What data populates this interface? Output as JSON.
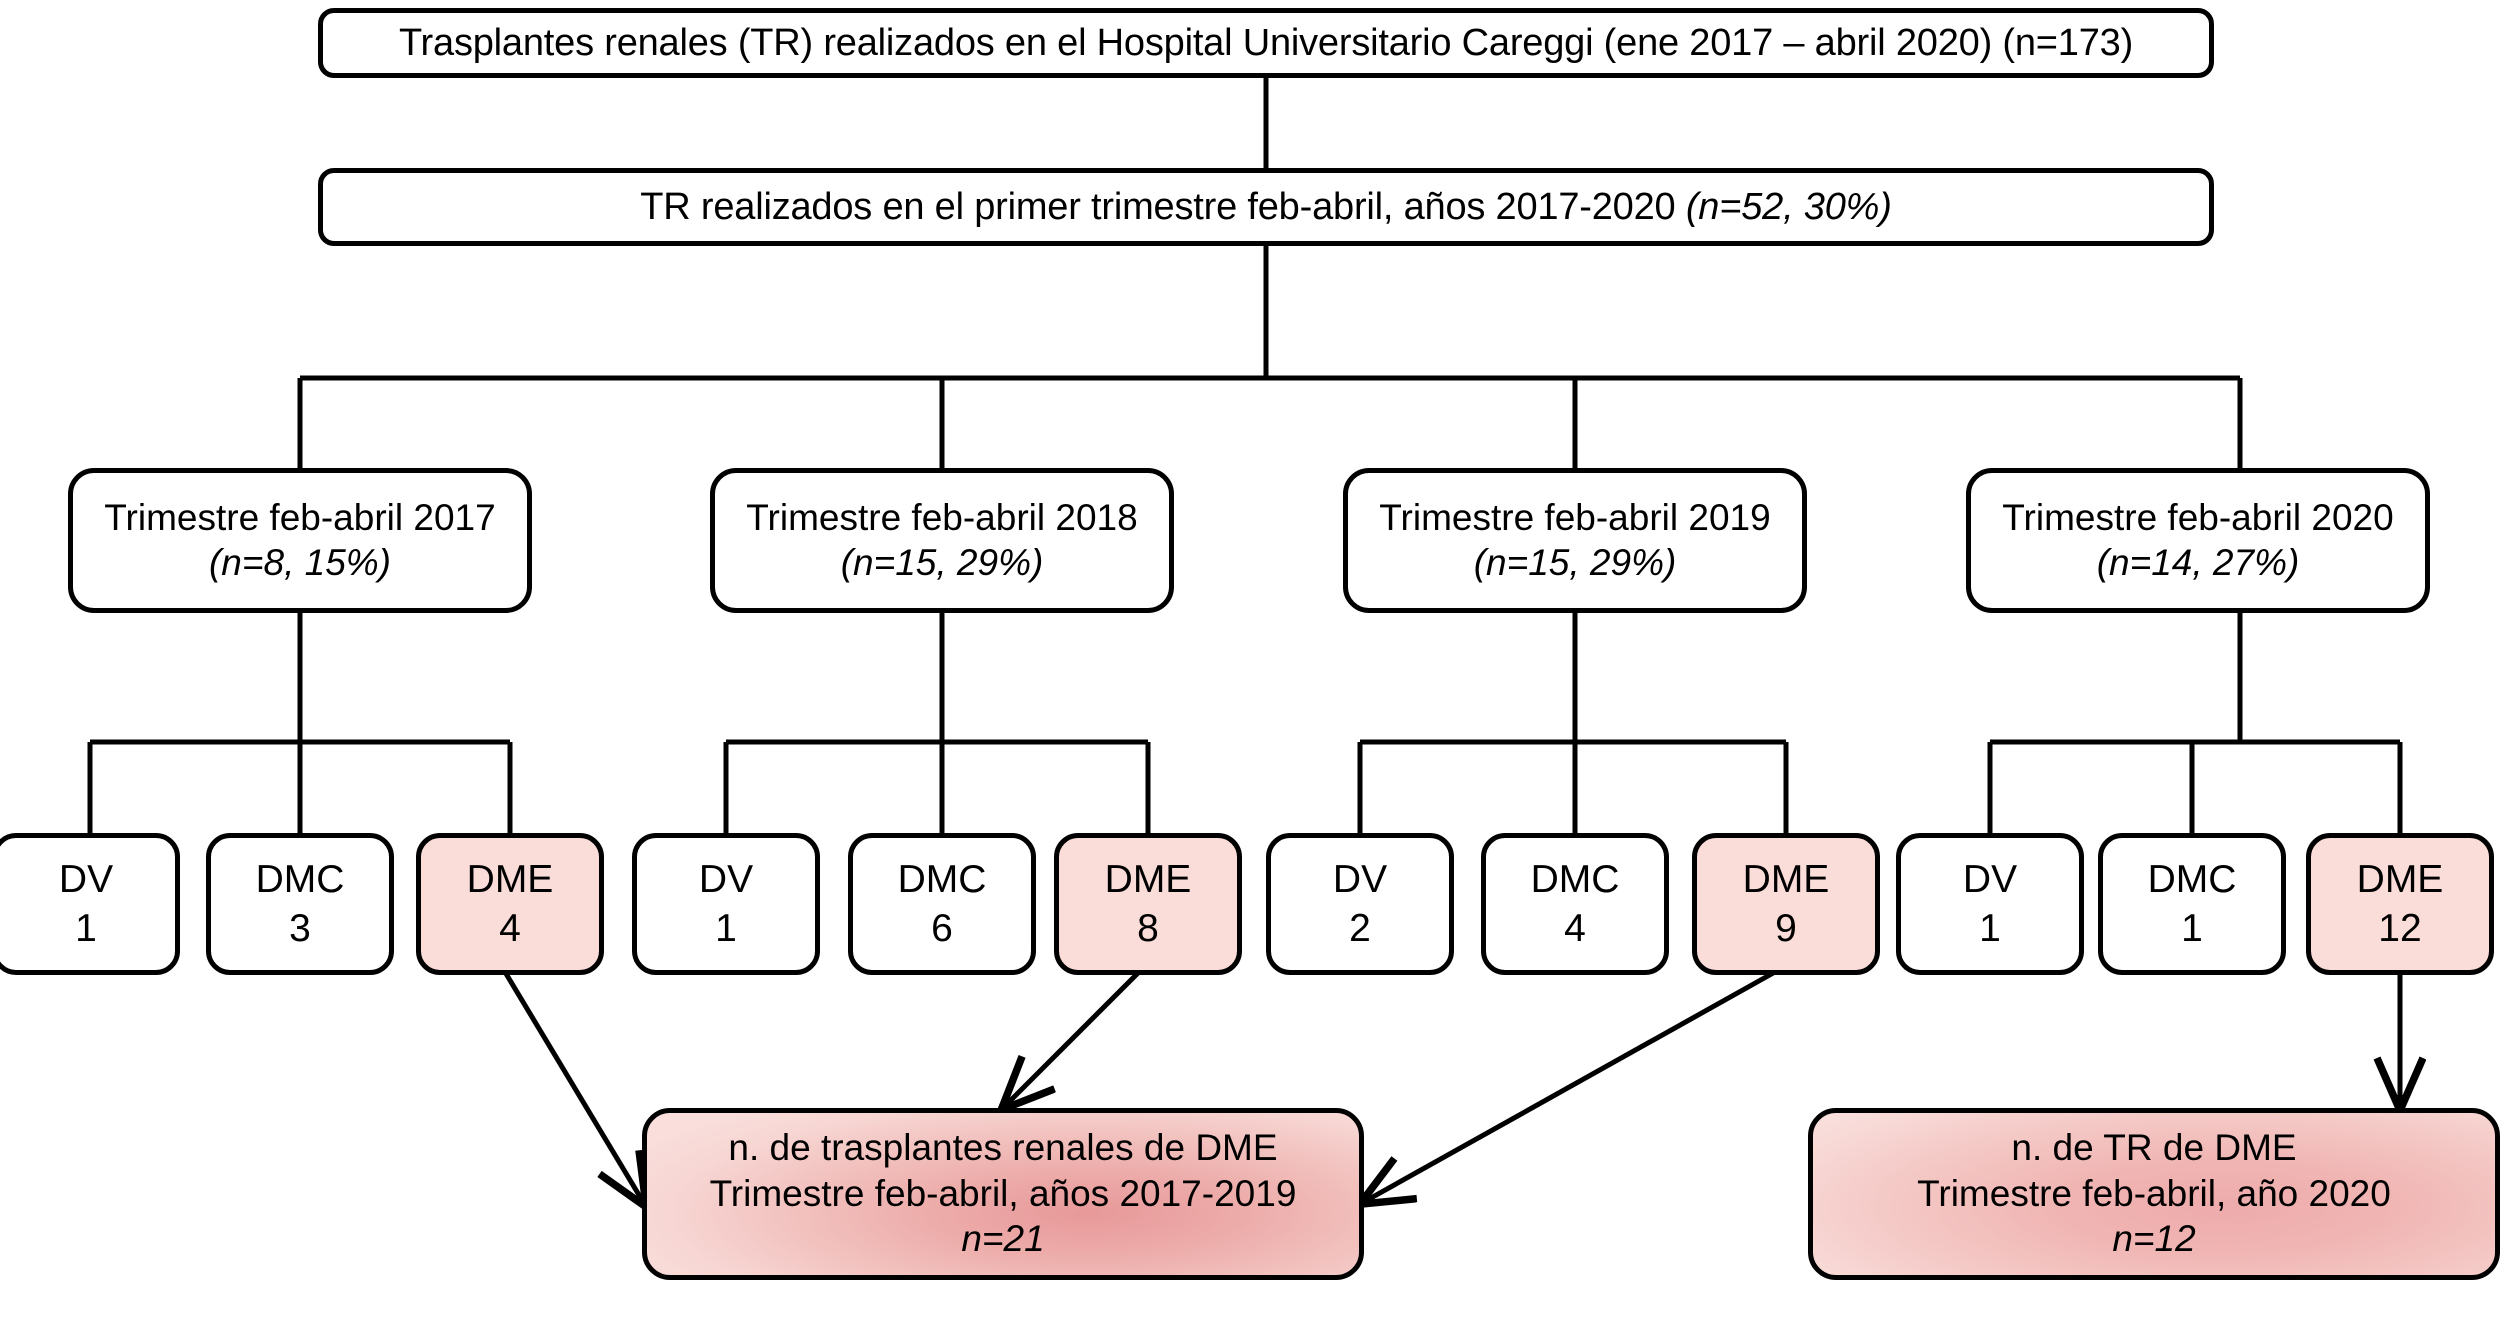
{
  "diagram": {
    "title_text": "Trasplantes renales (TR) realizados en el Hospital Universitario Careggi (ene 2017 – abril 2020) (n=173)",
    "subtitle_main": "TR realizados en el primer trimestre feb-abril, años 2017-2020 ",
    "subtitle_stat": "(n=52, 30%)",
    "colors": {
      "stroke": "#000000",
      "background": "#ffffff",
      "dme_fill": "#fadcd9",
      "summary_center": "#e8999a",
      "summary_edge": "#f9dedb"
    }
  },
  "years": [
    {
      "label": "Trimestre feb-abril 2017",
      "stat": "(n=8, 15%)"
    },
    {
      "label": "Trimestre feb-abril 2018",
      "stat": "(n=15, 29%)"
    },
    {
      "label": "Trimestre feb-abril 2019",
      "stat": "(n=15, 29%)"
    },
    {
      "label": "Trimestre feb-abril 2020",
      "stat": "(n=14, 27%)"
    }
  ],
  "donors": [
    {
      "type": "DV",
      "count": "1"
    },
    {
      "type": "DMC",
      "count": "3"
    },
    {
      "type": "DME",
      "count": "4"
    },
    {
      "type": "DV",
      "count": "1"
    },
    {
      "type": "DMC",
      "count": "6"
    },
    {
      "type": "DME",
      "count": "8"
    },
    {
      "type": "DV",
      "count": "2"
    },
    {
      "type": "DMC",
      "count": "4"
    },
    {
      "type": "DME",
      "count": "9"
    },
    {
      "type": "DV",
      "count": "1"
    },
    {
      "type": "DMC",
      "count": "1"
    },
    {
      "type": "DME",
      "count": "12"
    }
  ],
  "summaries": [
    {
      "line1": "n. de trasplantes renales de DME",
      "line2": "Trimestre feb-abril, años 2017-2019",
      "line3": "n=21"
    },
    {
      "line1": "n. de TR de DME",
      "line2": "Trimestre feb-abril, año 2020",
      "line3": "n=12"
    }
  ],
  "chart_data": {
    "type": "diagram",
    "title": "Trasplantes renales (TR) realizados en el Hospital Universitario Careggi (ene 2017 – abril 2020) (n=173)",
    "total_n": 173,
    "first_quarter_n": 52,
    "first_quarter_pct": 30,
    "nodes": [
      {
        "id": "root",
        "level": 0,
        "n": 173
      },
      {
        "id": "q1",
        "level": 1,
        "n": 52,
        "pct": 30
      },
      {
        "id": "y2017",
        "level": 2,
        "n": 8,
        "pct": 15
      },
      {
        "id": "y2018",
        "level": 2,
        "n": 15,
        "pct": 29
      },
      {
        "id": "y2019",
        "level": 2,
        "n": 15,
        "pct": 29
      },
      {
        "id": "y2020",
        "level": 2,
        "n": 14,
        "pct": 27
      },
      {
        "id": "y2017-DV",
        "level": 3,
        "n": 1
      },
      {
        "id": "y2017-DMC",
        "level": 3,
        "n": 3
      },
      {
        "id": "y2017-DME",
        "level": 3,
        "n": 4,
        "highlight": true
      },
      {
        "id": "y2018-DV",
        "level": 3,
        "n": 1
      },
      {
        "id": "y2018-DMC",
        "level": 3,
        "n": 6
      },
      {
        "id": "y2018-DME",
        "level": 3,
        "n": 8,
        "highlight": true
      },
      {
        "id": "y2019-DV",
        "level": 3,
        "n": 2
      },
      {
        "id": "y2019-DMC",
        "level": 3,
        "n": 4
      },
      {
        "id": "y2019-DME",
        "level": 3,
        "n": 9,
        "highlight": true
      },
      {
        "id": "y2020-DV",
        "level": 3,
        "n": 1
      },
      {
        "id": "y2020-DMC",
        "level": 3,
        "n": 1
      },
      {
        "id": "y2020-DME",
        "level": 3,
        "n": 12,
        "highlight": true
      },
      {
        "id": "sum2017-2019",
        "level": 4,
        "n": 21
      },
      {
        "id": "sum2020",
        "level": 4,
        "n": 12
      }
    ],
    "edges": [
      [
        "root",
        "q1"
      ],
      [
        "q1",
        "y2017"
      ],
      [
        "q1",
        "y2018"
      ],
      [
        "q1",
        "y2019"
      ],
      [
        "q1",
        "y2020"
      ],
      [
        "y2017",
        "y2017-DV"
      ],
      [
        "y2017",
        "y2017-DMC"
      ],
      [
        "y2017",
        "y2017-DME"
      ],
      [
        "y2018",
        "y2018-DV"
      ],
      [
        "y2018",
        "y2018-DMC"
      ],
      [
        "y2018",
        "y2018-DME"
      ],
      [
        "y2019",
        "y2019-DV"
      ],
      [
        "y2019",
        "y2019-DMC"
      ],
      [
        "y2019",
        "y2019-DME"
      ],
      [
        "y2020",
        "y2020-DV"
      ],
      [
        "y2020",
        "y2020-DMC"
      ],
      [
        "y2020",
        "y2020-DME"
      ],
      [
        "y2017-DME",
        "sum2017-2019"
      ],
      [
        "y2018-DME",
        "sum2017-2019"
      ],
      [
        "y2019-DME",
        "sum2017-2019"
      ],
      [
        "y2020-DME",
        "sum2020"
      ]
    ]
  }
}
